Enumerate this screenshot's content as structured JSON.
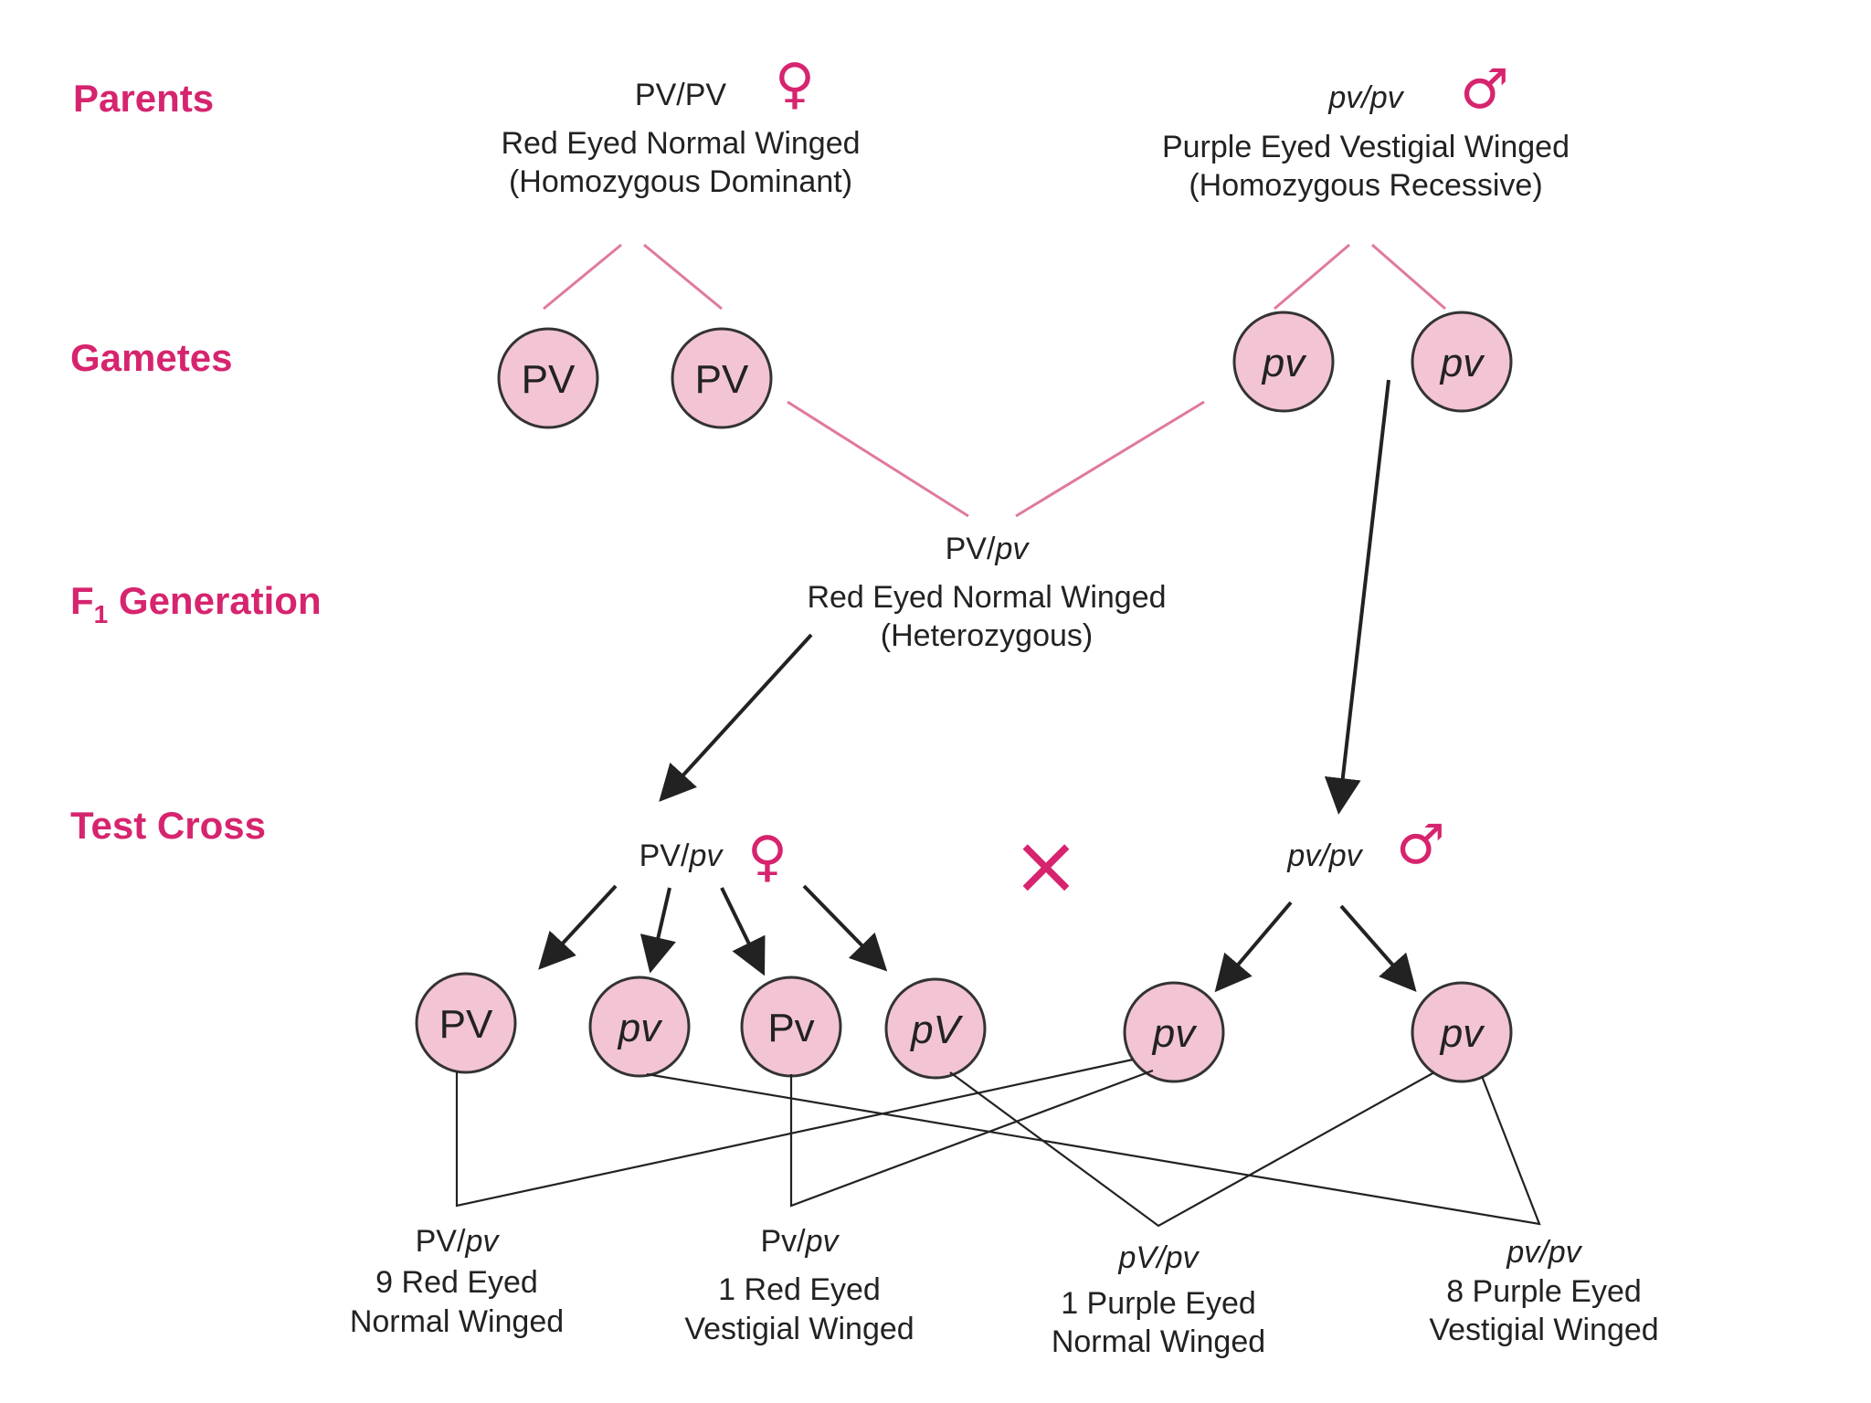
{
  "rows": {
    "parents": "Parents",
    "gametes": "Gametes",
    "f1_main": "F",
    "f1_sub": "1",
    "f1_rest": " Generation",
    "test_cross": "Test Cross"
  },
  "female_parent": {
    "genotype": "PV/PV",
    "symbol": "♀",
    "line1": "Red Eyed Normal Winged",
    "line2": "(Homozygous Dominant)"
  },
  "male_parent": {
    "genotype": "pv/pv",
    "symbol": "♂",
    "line1": "Purple Eyed Vestigial Winged",
    "line2": "(Homozygous Recessive)"
  },
  "gametes": {
    "female": [
      "PV",
      "PV"
    ],
    "male": [
      "pv",
      "pv"
    ]
  },
  "f1": {
    "genotype_a": "PV/",
    "genotype_b": "pv",
    "line1": "Red Eyed Normal Winged",
    "line2": "(Heterozygous)"
  },
  "test_cross": {
    "female_genotype_a": "PV/",
    "female_genotype_b": "pv",
    "female_symbol": "♀",
    "cross_symbol": "×",
    "male_genotype": "pv/pv",
    "male_symbol": "♂"
  },
  "test_gametes": {
    "female": [
      "PV",
      "pv",
      "Pv",
      "pV"
    ],
    "male": [
      "pv",
      "pv"
    ]
  },
  "offspring": [
    {
      "genotype_a": "PV/",
      "genotype_b": "pv",
      "line1": "9 Red Eyed",
      "line2": "Normal Winged"
    },
    {
      "genotype_a": "Pv/",
      "genotype_b": "pv",
      "line1": "1 Red Eyed",
      "line2": "Vestigial Winged"
    },
    {
      "genotype_a": "pV/",
      "genotype_b": "pv",
      "line1": "1 Purple Eyed",
      "line2": "Normal Winged"
    },
    {
      "genotype_a": "pv/",
      "genotype_b": "pv",
      "line1": "8 Purple Eyed",
      "line2": "Vestigial Winged"
    }
  ],
  "colors": {
    "accent": "#d6246e",
    "gamete_fill": "#f2c4d4",
    "connector": "#e07a9a"
  }
}
